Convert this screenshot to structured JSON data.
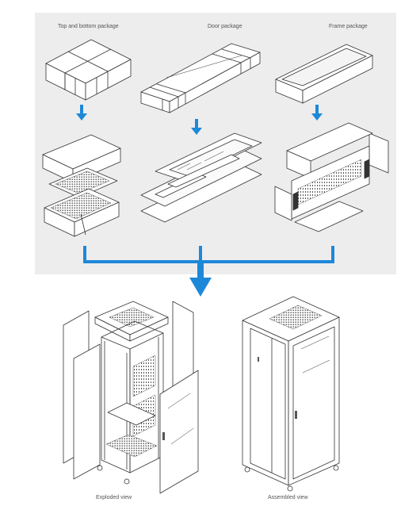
{
  "packages": {
    "top_bottom_label": "Top and bottom package",
    "door_label": "Door package",
    "frame_label": "Frame package"
  },
  "views": {
    "exploded_label": "Exploded view",
    "assembled_label": "Assembled view"
  },
  "colors": {
    "panel_background": "#ededed",
    "arrow_blue": "#1e88d8",
    "line_art": "#333333"
  }
}
